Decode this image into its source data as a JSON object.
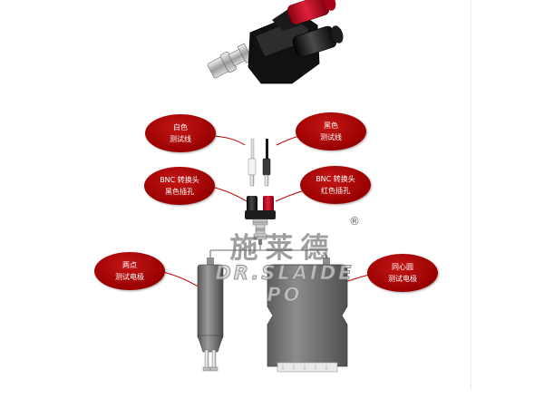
{
  "labels": {
    "white_lead": [
      "白色",
      "测试线"
    ],
    "black_lead": [
      "黑色",
      "测试线"
    ],
    "bnc_black_socket": [
      "BNC 转换头",
      "黑色插孔"
    ],
    "bnc_red_socket": [
      "BNC 转换头",
      "红色插孔"
    ],
    "two_point_electrode": [
      "两点",
      "测试电极"
    ],
    "concentric_ring_electrode": [
      "同心圆",
      "测试电极"
    ]
  },
  "brand": {
    "chinese": "施莱德",
    "english": "DR.SLAIDE PO",
    "registered": "®"
  },
  "colors": {
    "bubble": "#b30000",
    "binding_post_red": "#c8102e",
    "binding_post_black": "#1a1a1a",
    "connector_silver": "#b8b8b8",
    "electrode_grey": "#777777"
  }
}
